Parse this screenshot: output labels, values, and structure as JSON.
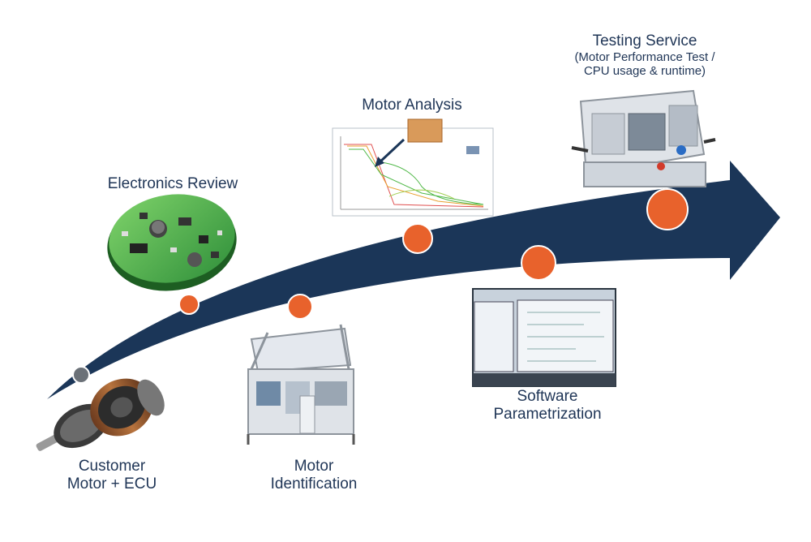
{
  "colors": {
    "arrow": "#1b3658",
    "milestone": "#e8622c",
    "start_dot": "#6b7178",
    "text": "#1f3556"
  },
  "steps": {
    "customer": {
      "line1": "Customer",
      "line2": "Motor + ECU"
    },
    "electronics": {
      "title": "Electronics Review"
    },
    "identification": {
      "line1": "Motor",
      "line2": "Identification"
    },
    "analysis": {
      "title": "Motor Analysis"
    },
    "software": {
      "line1": "Software",
      "line2": "Parametrization"
    },
    "testing": {
      "title": "Testing Service",
      "sub1": "(Motor Performance Test /",
      "sub2": "CPU usage & runtime)"
    }
  }
}
